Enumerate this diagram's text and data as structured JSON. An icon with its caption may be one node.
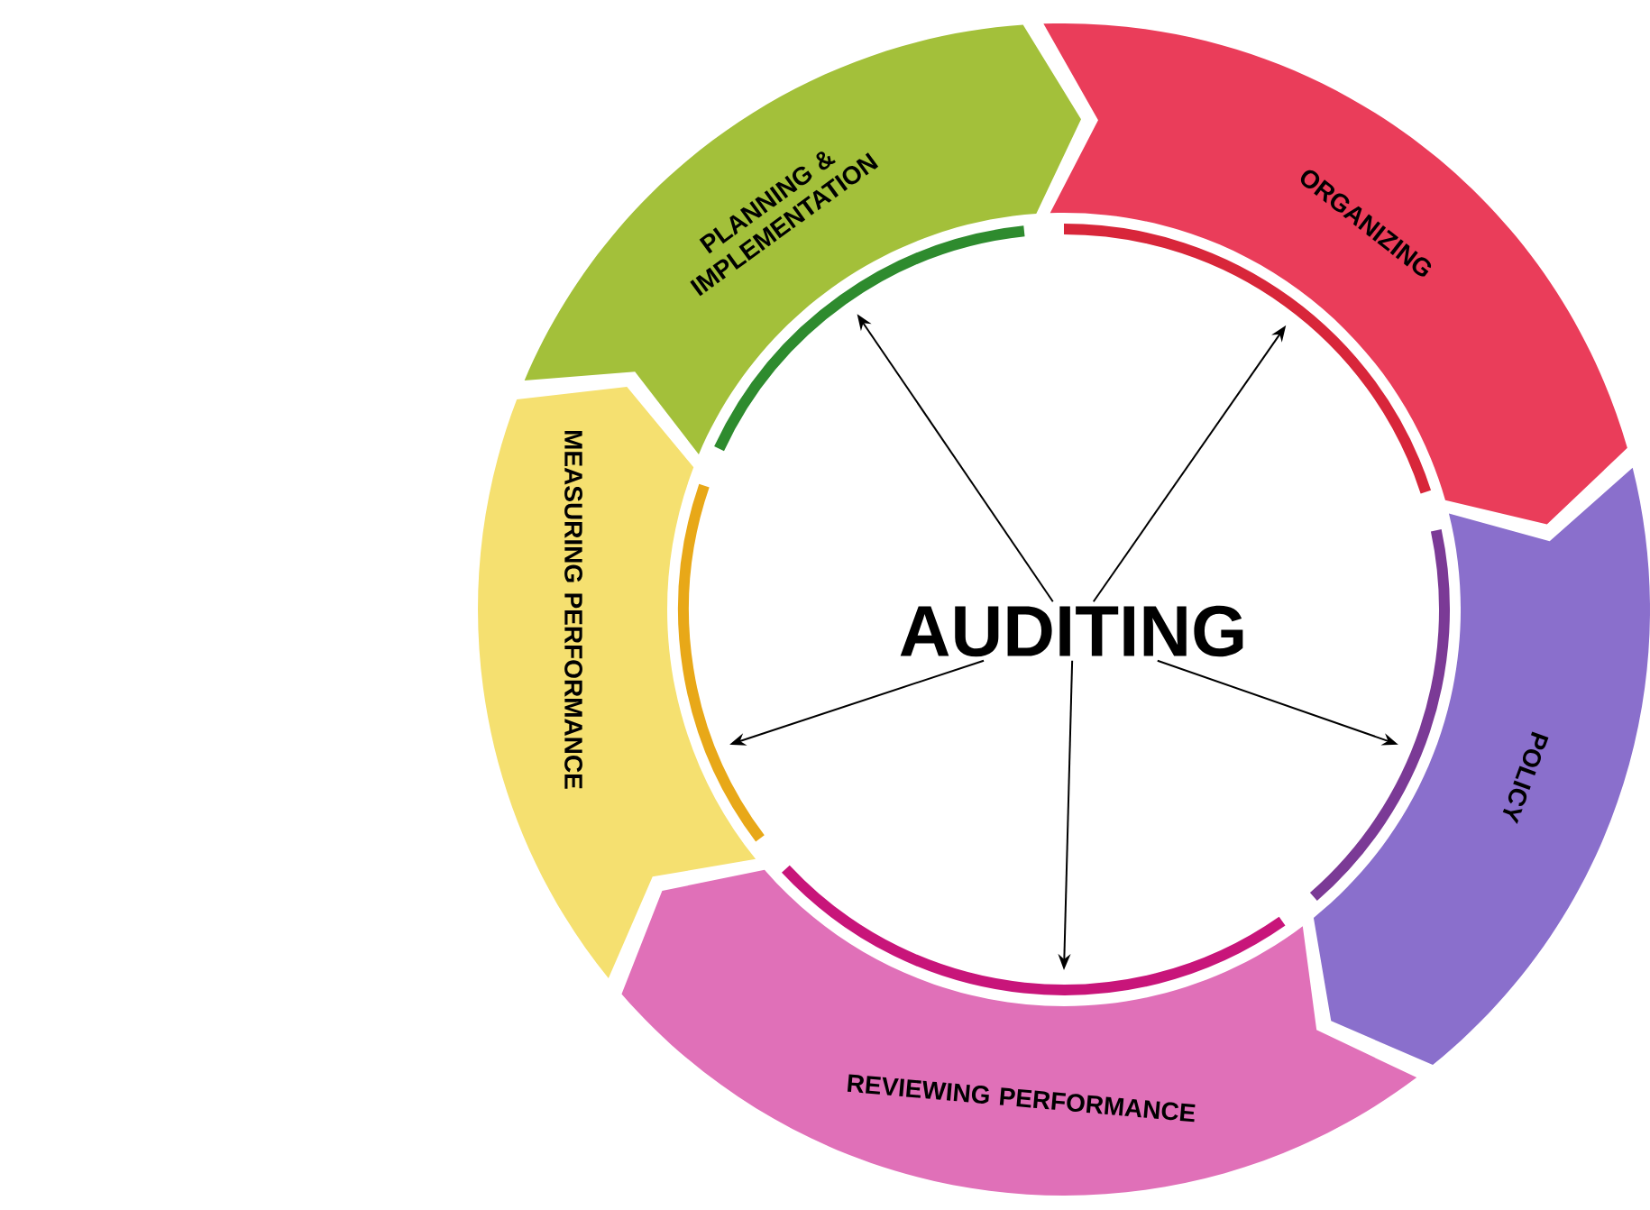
{
  "diagram": {
    "nodes": [
      {
        "text": [
          "AUDITING"
        ]
      },
      {
        "text": [
          "PLANNING & IMPLEMENTATION"
        ]
      },
      {
        "text": [
          "ORGANIZING"
        ]
      },
      {
        "text": [
          "POLICY"
        ]
      },
      {
        "text": [
          "REVIEWING PERFORMANCE"
        ]
      },
      {
        "text": [
          "MEASURING PERFORMANCE"
        ]
      }
    ],
    "edges": [
      {
        "from": 0,
        "to": 1,
        "arrow": "to"
      },
      {
        "from": 0,
        "to": 2,
        "arrow": "to"
      },
      {
        "from": 0,
        "to": 3,
        "arrow": "to"
      },
      {
        "from": 0,
        "to": 4,
        "arrow": "to"
      },
      {
        "from": 0,
        "to": 5,
        "arrow": "to"
      }
    ]
  }
}
